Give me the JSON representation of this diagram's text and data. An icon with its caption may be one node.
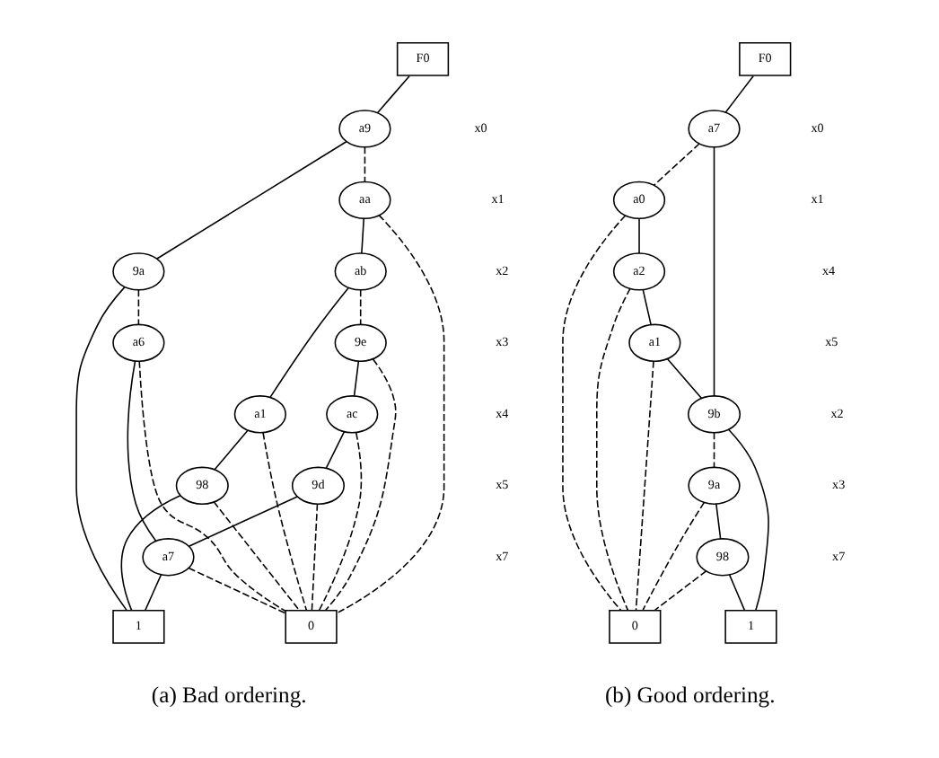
{
  "diagram": {
    "nodes": [
      {
        "text": [
          "F0"
        ]
      },
      {
        "text": [
          "a9"
        ]
      },
      {
        "text": [
          "aa"
        ]
      },
      {
        "text": [
          "ab"
        ]
      },
      {
        "text": [
          "9a"
        ]
      },
      {
        "text": [
          "9e"
        ]
      },
      {
        "text": [
          "a6"
        ]
      },
      {
        "text": [
          "ac"
        ]
      },
      {
        "text": [
          "a1"
        ]
      },
      {
        "text": [
          "9d"
        ]
      },
      {
        "text": [
          "98"
        ]
      },
      {
        "text": [
          "a7"
        ]
      },
      {
        "text": [
          "0"
        ]
      },
      {
        "text": [
          "1"
        ]
      },
      {
        "text": [
          "F0"
        ]
      },
      {
        "text": [
          "a7"
        ]
      },
      {
        "text": [
          "a0"
        ]
      },
      {
        "text": [
          "a2"
        ]
      },
      {
        "text": [
          "a1"
        ]
      },
      {
        "text": [
          "9b"
        ]
      },
      {
        "text": [
          "9a"
        ]
      },
      {
        "text": [
          "98"
        ]
      },
      {
        "text": [
          "1"
        ]
      },
      {
        "text": [
          "0"
        ]
      }
    ],
    "edges": [
      {
        "from": 0,
        "to": 1,
        "arrow": "none"
      },
      {
        "from": 1,
        "to": 2,
        "arrow": "none",
        "style": "dashed"
      },
      {
        "from": 1,
        "to": 4,
        "arrow": "none"
      },
      {
        "from": 2,
        "to": 12,
        "arrow": "none",
        "style": "dashed"
      },
      {
        "from": 2,
        "to": 3,
        "arrow": "none"
      },
      {
        "from": 3,
        "to": 5,
        "arrow": "none",
        "style": "dashed"
      },
      {
        "from": 3,
        "to": 8,
        "arrow": "none"
      },
      {
        "from": 4,
        "to": 6,
        "arrow": "none",
        "style": "dashed"
      },
      {
        "from": 4,
        "to": 13,
        "arrow": "none"
      },
      {
        "from": 5,
        "to": 12,
        "arrow": "none",
        "style": "dashed"
      },
      {
        "from": 5,
        "to": 7,
        "arrow": "none"
      },
      {
        "from": 6,
        "to": 12,
        "arrow": "none",
        "style": "dashed"
      },
      {
        "from": 6,
        "to": 11,
        "arrow": "none"
      },
      {
        "from": 7,
        "to": 12,
        "arrow": "none",
        "style": "dashed"
      },
      {
        "from": 7,
        "to": 9,
        "arrow": "none"
      },
      {
        "from": 8,
        "to": 12,
        "arrow": "none",
        "style": "dashed"
      },
      {
        "from": 8,
        "to": 10,
        "arrow": "none"
      },
      {
        "from": 9,
        "to": 12,
        "arrow": "none",
        "style": "dashed"
      },
      {
        "from": 9,
        "to": 11,
        "arrow": "none"
      },
      {
        "from": 10,
        "to": 12,
        "arrow": "none",
        "style": "dashed"
      },
      {
        "from": 10,
        "to": 13,
        "arrow": "none"
      },
      {
        "from": 11,
        "to": 12,
        "arrow": "none",
        "style": "dashed"
      },
      {
        "from": 11,
        "to": 13,
        "arrow": "none"
      },
      {
        "from": 14,
        "to": 15,
        "arrow": "none"
      },
      {
        "from": 15,
        "to": 16,
        "arrow": "none",
        "style": "dashed"
      },
      {
        "from": 15,
        "to": 19,
        "arrow": "none"
      },
      {
        "from": 16,
        "to": 17,
        "arrow": "none"
      },
      {
        "from": 16,
        "to": 23,
        "arrow": "none",
        "style": "dashed"
      },
      {
        "from": 17,
        "to": 18,
        "arrow": "none"
      },
      {
        "from": 17,
        "to": 23,
        "arrow": "none",
        "style": "dashed"
      },
      {
        "from": 18,
        "to": 19,
        "arrow": "none"
      },
      {
        "from": 18,
        "to": 23,
        "arrow": "none",
        "style": "dashed"
      },
      {
        "from": 19,
        "to": 20,
        "arrow": "none",
        "style": "dashed"
      },
      {
        "from": 19,
        "to": 22,
        "arrow": "none"
      },
      {
        "from": 20,
        "to": 21,
        "arrow": "none"
      },
      {
        "from": 20,
        "to": 23,
        "arrow": "none",
        "style": "dashed"
      },
      {
        "from": 21,
        "to": 22,
        "arrow": "none"
      },
      {
        "from": 21,
        "to": 23,
        "arrow": "none",
        "style": "dashed"
      }
    ],
    "labels": [
      "x0",
      "x1",
      "x2",
      "x3",
      "x4",
      "x5",
      "x7",
      "(a) Bad ordering.",
      "x0",
      "x1",
      "x4",
      "x5",
      "x2",
      "x3",
      "x7",
      "(b) Good ordering."
    ]
  }
}
